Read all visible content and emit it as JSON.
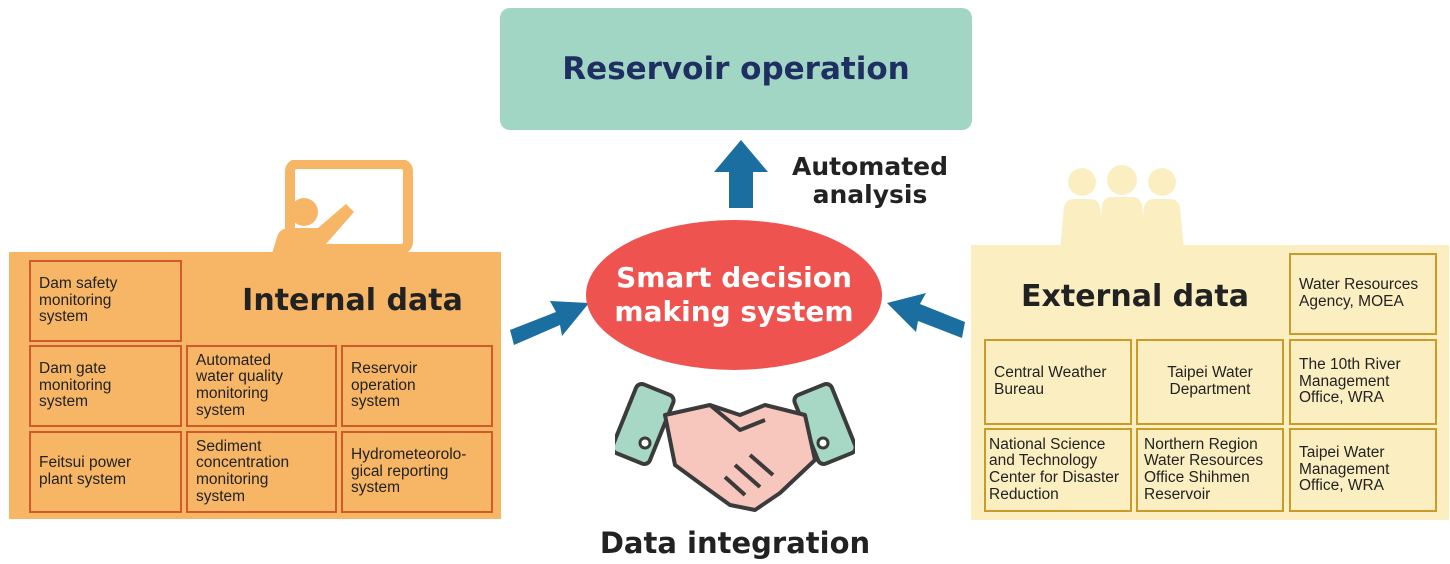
{
  "top": {
    "label": "Reservoir operation"
  },
  "arrow_up_label": "Automated\nanalysis",
  "center": {
    "label": "Smart decision\nmaking system"
  },
  "bottom_label": "Data integration",
  "internal": {
    "title": "Internal data",
    "cells": [
      "Dam safety\nmonitoring\nsystem",
      "Dam gate\nmonitoring\nsystem",
      "Automated\nwater quality\nmonitoring\nsystem",
      "Reservoir\noperation\nsystem",
      "Feitsui power\nplant system",
      "Sediment\nconcentration\nmonitoring\nsystem",
      "Hydrometeorolo-\ngical reporting\nsystem"
    ]
  },
  "external": {
    "title": "External data",
    "cells": [
      "Water Resources\nAgency, MOEA",
      "Central Weather\nBureau",
      "Taipei Water\nDepartment",
      "The 10th River\nManagement\nOffice, WRA",
      "National Science\nand Technology\nCenter for Disaster\nReduction",
      "Northern Region\nWater Resources\nOffice Shihmen\nReservoir",
      "Taipei Water\nManagement\nOffice, WRA"
    ]
  },
  "colors": {
    "top_box": "#a1d6c4",
    "top_text": "#1f2f61",
    "center": "#ee5350",
    "arrows": "#1a6ea0",
    "internal_panel": "#f7b666",
    "internal_border": "#cf5a2c",
    "external_panel": "#fbefc2",
    "external_border": "#c99b2b"
  },
  "icons": [
    "presenter-icon",
    "people-icon",
    "handshake-icon"
  ]
}
